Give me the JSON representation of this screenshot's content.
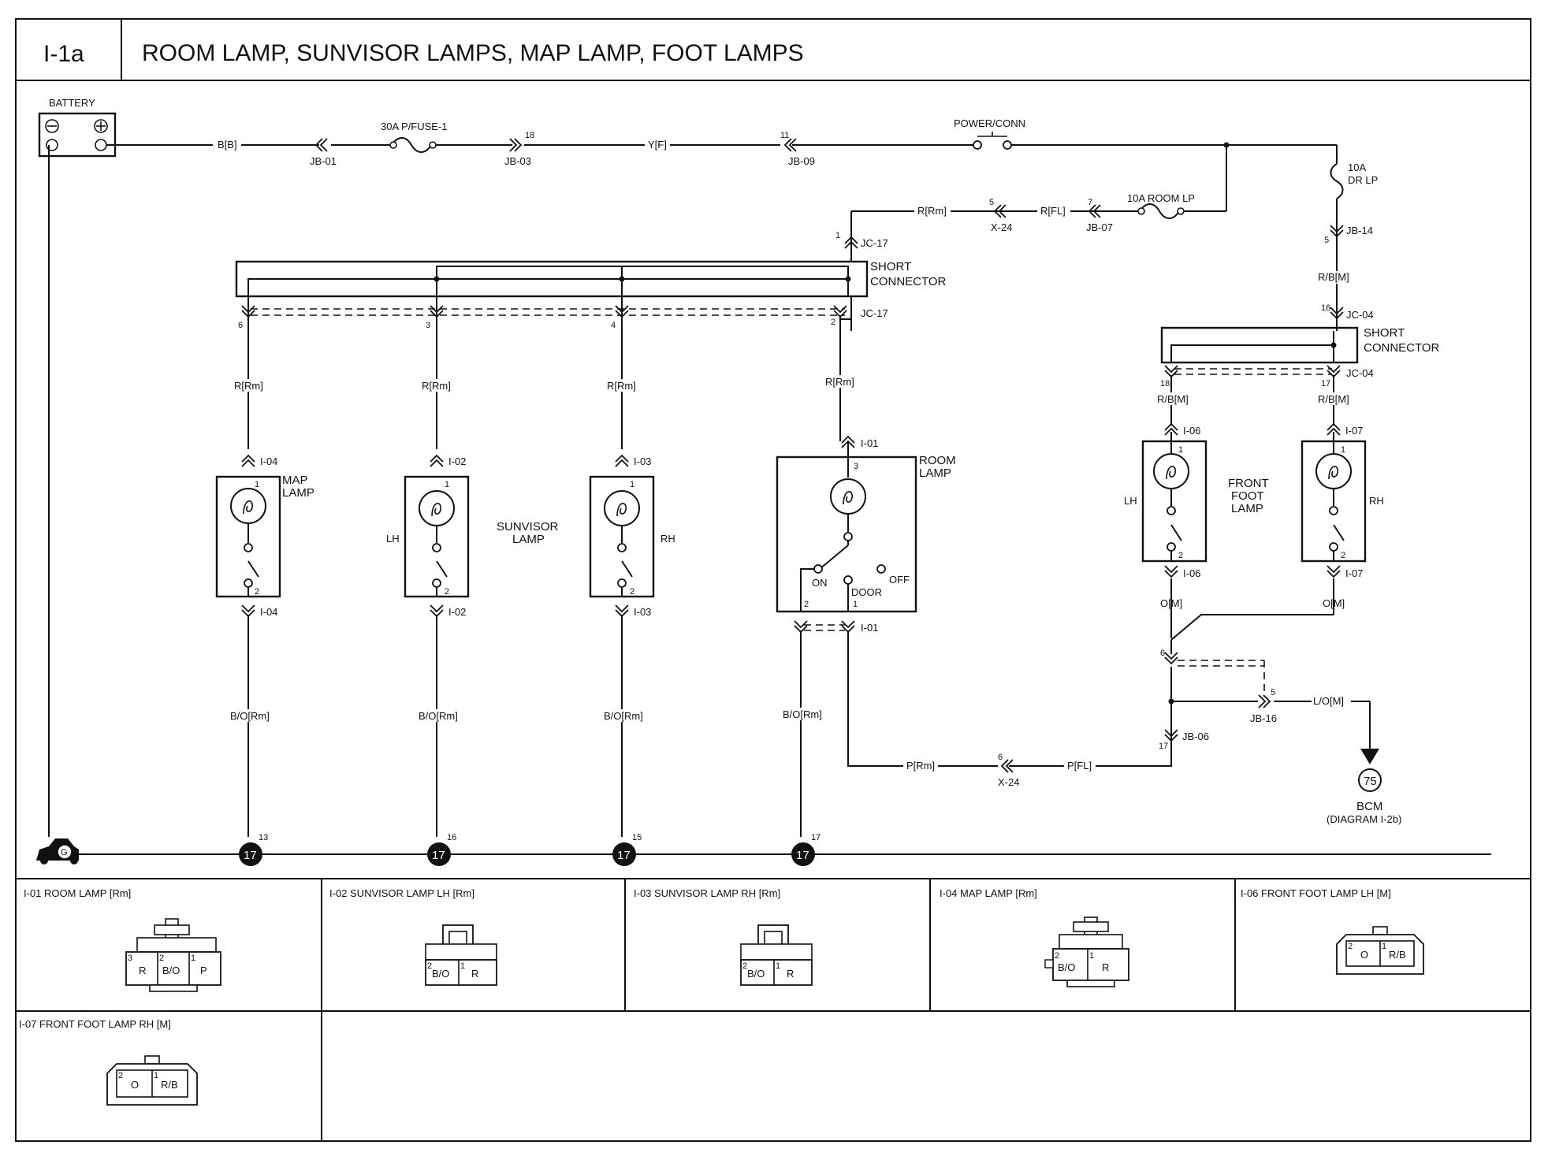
{
  "header": {
    "diagram_id": "I-1a",
    "title": "ROOM LAMP, SUNVISOR LAMPS, MAP LAMP, FOOT LAMPS"
  },
  "power": {
    "battery": "BATTERY",
    "wire_bb": "B[B]",
    "jb01": "JB-01",
    "fuse": "30A P/FUSE-1",
    "pin18": "18",
    "jb03": "JB-03",
    "wire_yf": "Y[F]",
    "pin11": "11",
    "jb09": "JB-09",
    "power_conn": "POWER/CONN",
    "fuse_dr_a": "10A",
    "fuse_dr_b": "DR LP",
    "pin5_jb14": "5",
    "jb14": "JB-14",
    "wire_rbm": "R/B[M]",
    "fuse_room": "10A ROOM LP",
    "pin7": "7",
    "jb07": "JB-07",
    "wire_rfl": "R[FL]",
    "pin5_x24": "5",
    "x24": "X-24",
    "wire_rrm": "R[Rm]",
    "pin1_jc17": "1",
    "jc17": "JC-17"
  },
  "short_connector_1": {
    "line1": "SHORT",
    "line2": "CONNECTOR",
    "jc17_bottom": "JC-17",
    "pins": [
      "6",
      "3",
      "4",
      "2"
    ]
  },
  "short_connector_2": {
    "line1": "SHORT",
    "line2": "CONNECTOR",
    "pin16": "16",
    "jc04_top": "JC-04",
    "jc04_bottom": "JC-04",
    "pin18": "18",
    "pin17": "17"
  },
  "map_lamp": {
    "wire_top": "R[Rm]",
    "conn": "I-04",
    "name_a": "MAP",
    "name_b": "LAMP",
    "pin1": "1",
    "pin2": "2",
    "conn_bottom": "I-04",
    "wire_bottom": "B/O[Rm]",
    "ground_pin": "13",
    "ground": "17"
  },
  "sunvisor_lh": {
    "wire_top": "R[Rm]",
    "conn": "I-02",
    "side": "LH",
    "pin1": "1",
    "pin2": "2",
    "conn_bottom": "I-02",
    "wire_bottom": "B/O[Rm]",
    "ground_pin": "16",
    "ground": "17"
  },
  "sunvisor_label": {
    "a": "SUNVISOR",
    "b": "LAMP"
  },
  "sunvisor_rh": {
    "wire_top": "R[Rm]",
    "conn": "I-03",
    "side": "RH",
    "pin1": "1",
    "pin2": "2",
    "conn_bottom": "I-03",
    "wire_bottom": "B/O[Rm]",
    "ground_pin": "15",
    "ground": "17"
  },
  "room_lamp": {
    "wire_top": "R[Rm]",
    "conn": "I-01",
    "name_a": "ROOM",
    "name_b": "LAMP",
    "pin3": "3",
    "on": "ON",
    "door": "DOOR",
    "off": "OFF",
    "pin2": "2",
    "pin1": "1",
    "conn_bottom": "I-01",
    "wire_bottom": "B/O[Rm]",
    "ground_pin": "17",
    "ground": "17",
    "wire_prm": "P[Rm]",
    "pin6": "6",
    "x24": "X-24",
    "wire_pfl": "P[FL]"
  },
  "foot_lh": {
    "wire_top": "R/B[M]",
    "conn": "I-06",
    "side": "LH",
    "pin1": "1",
    "pin2": "2",
    "conn_bottom": "I-06",
    "wire_bottom": "O[M]"
  },
  "foot_label": {
    "a": "FRONT",
    "b": "FOOT",
    "c": "LAMP"
  },
  "foot_rh": {
    "wire_top": "R/B[M]",
    "conn": "I-07",
    "side": "RH",
    "pin1": "1",
    "pin2": "2",
    "conn_bottom": "I-07",
    "wire_bottom": "O[M]"
  },
  "bcm": {
    "pin6": "6",
    "pin5": "5",
    "jb16": "JB-16",
    "wire_lom": "L/O[M]",
    "pin17": "17",
    "jb06": "JB-06",
    "ref": "75",
    "name": "BCM",
    "diagram": "(DIAGRAM I-2b)"
  },
  "ground_symbol": "G",
  "connectors": [
    {
      "title": "I-01 ROOM LAMP [Rm]",
      "cells": [
        "R",
        "B/O",
        "P"
      ],
      "pins": [
        "3",
        "2",
        "1"
      ]
    },
    {
      "title": "I-02 SUNVISOR LAMP LH [Rm]",
      "cells": [
        "B/O",
        "R"
      ],
      "pins": [
        "2",
        "1"
      ]
    },
    {
      "title": "I-03 SUNVISOR LAMP RH [Rm]",
      "cells": [
        "B/O",
        "R"
      ],
      "pins": [
        "2",
        "1"
      ]
    },
    {
      "title": "I-04 MAP LAMP [Rm]",
      "cells": [
        "B/O",
        "R"
      ],
      "pins": [
        "2",
        "1"
      ]
    },
    {
      "title": "I-06 FRONT FOOT LAMP LH [M]",
      "cells": [
        "O",
        "R/B"
      ],
      "pins": [
        "2",
        "1"
      ]
    },
    {
      "title": "I-07  FRONT FOOT LAMP RH [M]",
      "cells": [
        "O",
        "R/B"
      ],
      "pins": [
        "2",
        "1"
      ]
    }
  ]
}
